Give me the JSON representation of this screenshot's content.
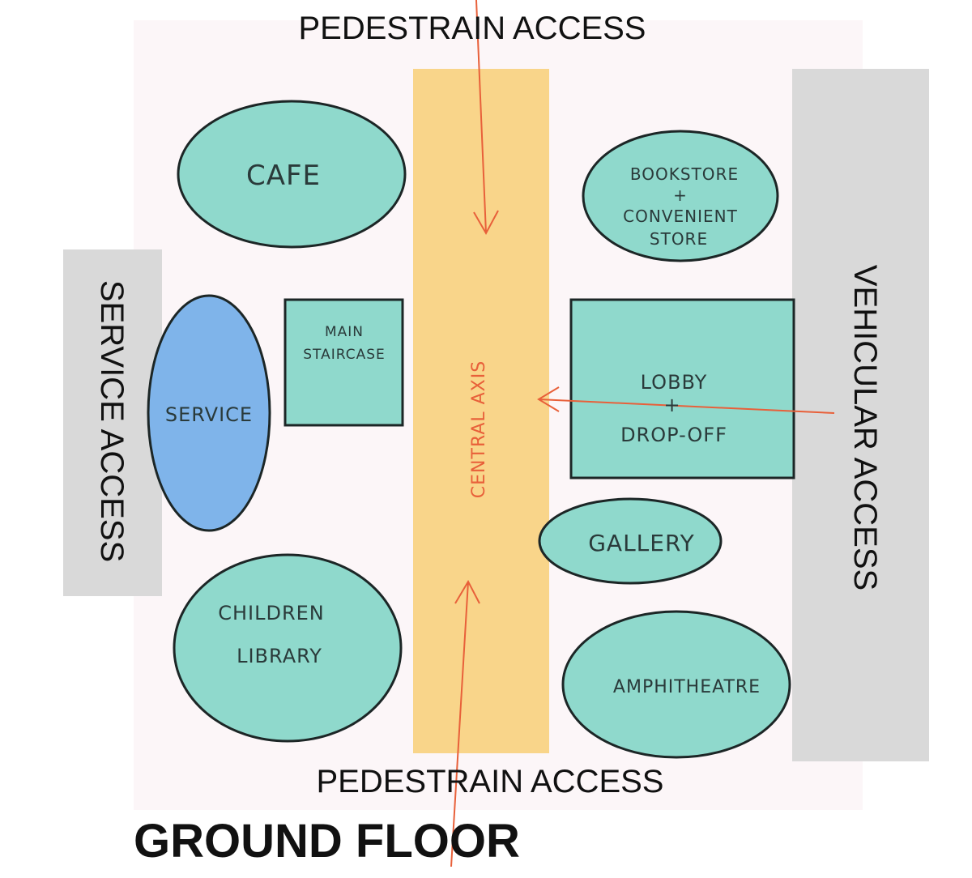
{
  "title": "GROUND FLOOR",
  "access": {
    "top": "PEDESTRAIN ACCESS",
    "bottom": "PEDESTRAIN ACCESS",
    "left": "SERVICE ACCESS",
    "right": "VEHICULAR ACCESS"
  },
  "axis_label": "CENTRAL AXIS",
  "spaces": {
    "cafe": "CAFE",
    "bookstore": [
      "BOOKSTORE",
      "+",
      "CONVENIENT",
      "STORE"
    ],
    "staircase": [
      "MAIN",
      "STAIRCASE"
    ],
    "service": "SERVICE",
    "lobby": [
      "LOBBY",
      "+",
      "DROP-OFF"
    ],
    "gallery": "GALLERY",
    "library": [
      "CHILDREN",
      "LIBRARY"
    ],
    "amphitheatre": "AMPHITHEATRE"
  },
  "colors": {
    "zone_fill": "#8fd9cc",
    "service_fill": "#7fb4ea",
    "axis_fill": "#f9d58a",
    "access_bar": "#d9d9d9",
    "arrow": "#e8603a"
  }
}
